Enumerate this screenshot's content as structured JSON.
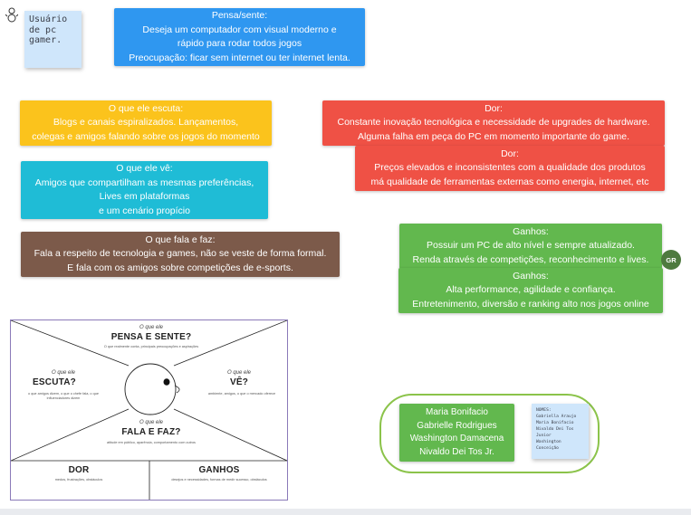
{
  "board": {
    "persona_note": [
      "Usuário",
      "de pc",
      "gamer."
    ],
    "notes": {
      "pensa": [
        "Pensa/sente:",
        "Deseja um computador com visual moderno e",
        "rápido para rodar todos jogos",
        "Preocupação: ficar sem internet ou ter internet lenta."
      ],
      "escuta": [
        "O que ele escuta:",
        "Blogs e canais espirализados. Lançamentos,",
        "colegas e amigos falando sobre os jogos do momento"
      ],
      "ve": [
        "O que ele vê:",
        "Amigos que compartilham as mesmas preferências,",
        "Lives em plataformas",
        "e um cenário propício"
      ],
      "fala": [
        "O que fala e faz:",
        "Fala a respeito de tecnologia e games, não se veste de forma formal.",
        "E fala com os amigos sobre competições de e-sports."
      ],
      "dor1": [
        "Dor:",
        "Constante inovação tecnológica e necessidade de upgrades de hardware.",
        "Alguma falha em peça do PC em momento importante do game."
      ],
      "dor2": [
        "Dor:",
        "Preços elevados e inconsistentes com a qualidade dos produtos",
        "má qualidade de ferramentas externas como energia, internet, etc"
      ],
      "ganhos1": [
        "Ganhos:",
        "Possuir um PC de alto nível e sempre atualizado.",
        "Renda através de competições, reconhecimento e lives."
      ],
      "ganhos2": [
        "Ganhos:",
        "Alta performance, agilidade e confiança.",
        "Entretenimento, diversão e ranking alto nos jogos online"
      ],
      "team": [
        "Maria Bonifacio",
        "Gabrielle Rodrigues",
        "Washington Damacena",
        "Nivaldo Dei Tos Jr."
      ]
    },
    "names_note": [
      "NOMES:",
      "Gabriella Araujo",
      "Maria Bonifacio",
      "Nivaldo Dei Tos Junior",
      "Washington Conceição"
    ],
    "avatar": "GR",
    "colors": {
      "blue": "#2f97f0",
      "yellow": "#fbc31c",
      "cyan": "#1fbcd6",
      "brown": "#7c5a4a",
      "red": "#ef5145",
      "green": "#62b84e",
      "team_green": "#8bc34a",
      "sticky": "#cfe6fb"
    }
  },
  "empathy_map": {
    "pensa_q": "O que ele",
    "pensa_t": "PENSA E SENTE?",
    "pensa_s": "O que realmente conta, principais preocupações e aspirações",
    "escuta_q": "O que ele",
    "escuta_t": "ESCUTA?",
    "escuta_s": "o que amigos dizem, o que o chefe fala, o que influenciadores dizem",
    "ve_q": "O que ele",
    "ve_t": "VÊ?",
    "ve_s": "ambiente, amigos, o que o mercado oferece",
    "fala_q": "O que ele",
    "fala_t": "FALA E FAZ?",
    "fala_s": "atitude em público, aparência, comportamento com outros",
    "dor_t": "DOR",
    "dor_s": "medos, frustrações, obstáculos",
    "ganhos_t": "GANHOS",
    "ganhos_s": "desejos e necessidades, formas de medir sucesso, obstáculos"
  }
}
